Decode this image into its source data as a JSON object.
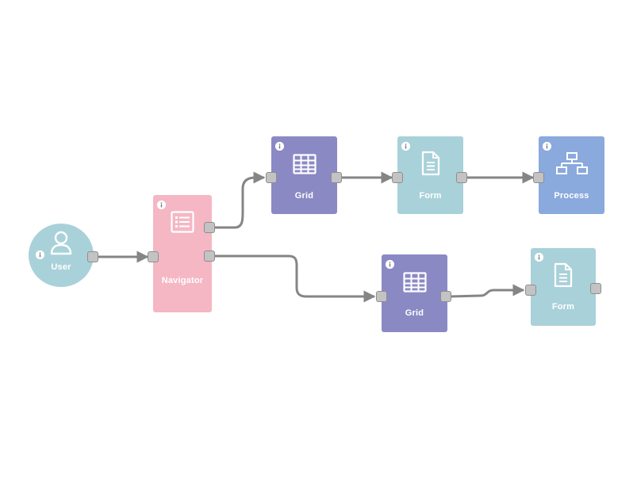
{
  "colors": {
    "user": "#a9d1d9",
    "navigator": "#f5b7c4",
    "grid": "#8b89c4",
    "form": "#a9d1d9",
    "process": "#8aa9dd",
    "edge": "#858585",
    "port_fill": "#c3c3c3",
    "port_border": "#8e8e8e"
  },
  "nodes": {
    "user": {
      "label": "User",
      "icon": "user-icon"
    },
    "navigator": {
      "label": "Navigator",
      "icon": "list-icon"
    },
    "grid_top": {
      "label": "Grid",
      "icon": "grid-icon"
    },
    "form_top": {
      "label": "Form",
      "icon": "document-icon"
    },
    "process": {
      "label": "Process",
      "icon": "hierarchy-icon"
    },
    "grid_bottom": {
      "label": "Grid",
      "icon": "grid-icon"
    },
    "form_bottom": {
      "label": "Form",
      "icon": "document-icon"
    }
  },
  "edges": [
    {
      "from": "user",
      "to": "navigator"
    },
    {
      "from": "navigator",
      "to": "grid_top"
    },
    {
      "from": "grid_top",
      "to": "form_top"
    },
    {
      "from": "form_top",
      "to": "process"
    },
    {
      "from": "navigator",
      "to": "grid_bottom"
    },
    {
      "from": "grid_bottom",
      "to": "form_bottom"
    }
  ]
}
